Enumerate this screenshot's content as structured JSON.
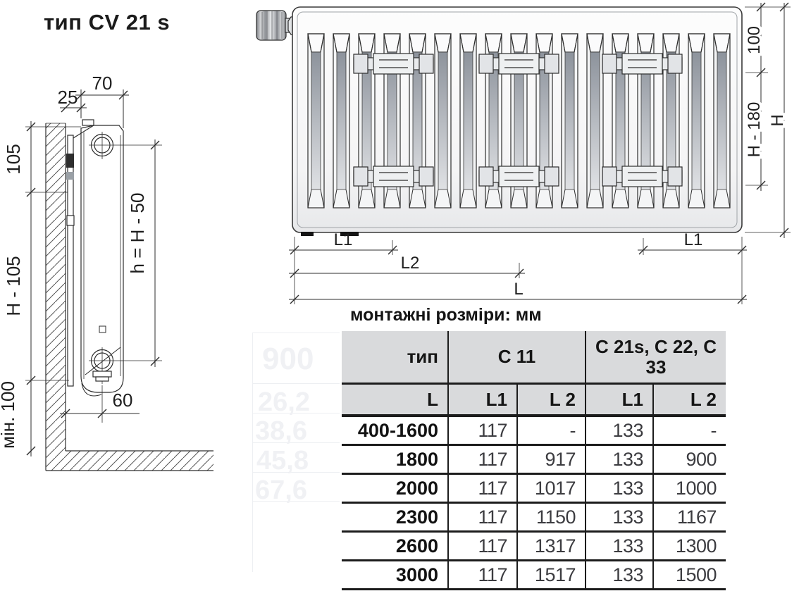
{
  "title": "тип CV 21 s",
  "side_view": {
    "dim_25": "25",
    "dim_70": "70",
    "dim_105": "105",
    "dim_h105": "H - 105",
    "dim_h_formula": "h = H - 50",
    "dim_min100": "мін. 100",
    "dim_60": "60"
  },
  "front_view": {
    "dim_100": "100",
    "dim_h180": "H - 180",
    "dim_H": "H",
    "dim_l1_left": "L1",
    "dim_l1_right": "L1",
    "dim_l2": "L2",
    "dim_l": "L"
  },
  "ghost_values": [
    "900",
    "26,2",
    "38,6",
    "45,8",
    "67,6"
  ],
  "table": {
    "title": "монтажні розміри: мм",
    "col_type": "тип",
    "col_c11": "C 11",
    "col_c21": "C 21s,  C 22, C 33",
    "sub_l": "L",
    "sub_l1a": "L1",
    "sub_l2a": "L 2",
    "sub_l1b": "L1",
    "sub_l2b": "L 2",
    "rows": [
      {
        "l": "400-1600",
        "c11_l1": "117",
        "c11_l2": "-",
        "c21_l1": "133",
        "c21_l2": "-"
      },
      {
        "l": "1800",
        "c11_l1": "117",
        "c11_l2": "917",
        "c21_l1": "133",
        "c21_l2": "900"
      },
      {
        "l": "2000",
        "c11_l1": "117",
        "c11_l2": "1017",
        "c21_l1": "133",
        "c21_l2": "1000"
      },
      {
        "l": "2300",
        "c11_l1": "117",
        "c11_l2": "1150",
        "c21_l1": "133",
        "c21_l2": "1167"
      },
      {
        "l": "2600",
        "c11_l1": "117",
        "c11_l2": "1317",
        "c21_l1": "133",
        "c21_l2": "1300"
      },
      {
        "l": "3000",
        "c11_l1": "117",
        "c11_l2": "1517",
        "c21_l1": "133",
        "c21_l2": "1500"
      }
    ]
  },
  "colors": {
    "line": "#2e2e2e",
    "table_line": "#1c1c1c",
    "header_bg": "#d9dadc",
    "fin_dark": "#8d939c",
    "fin_light": "#dfe1e4"
  }
}
